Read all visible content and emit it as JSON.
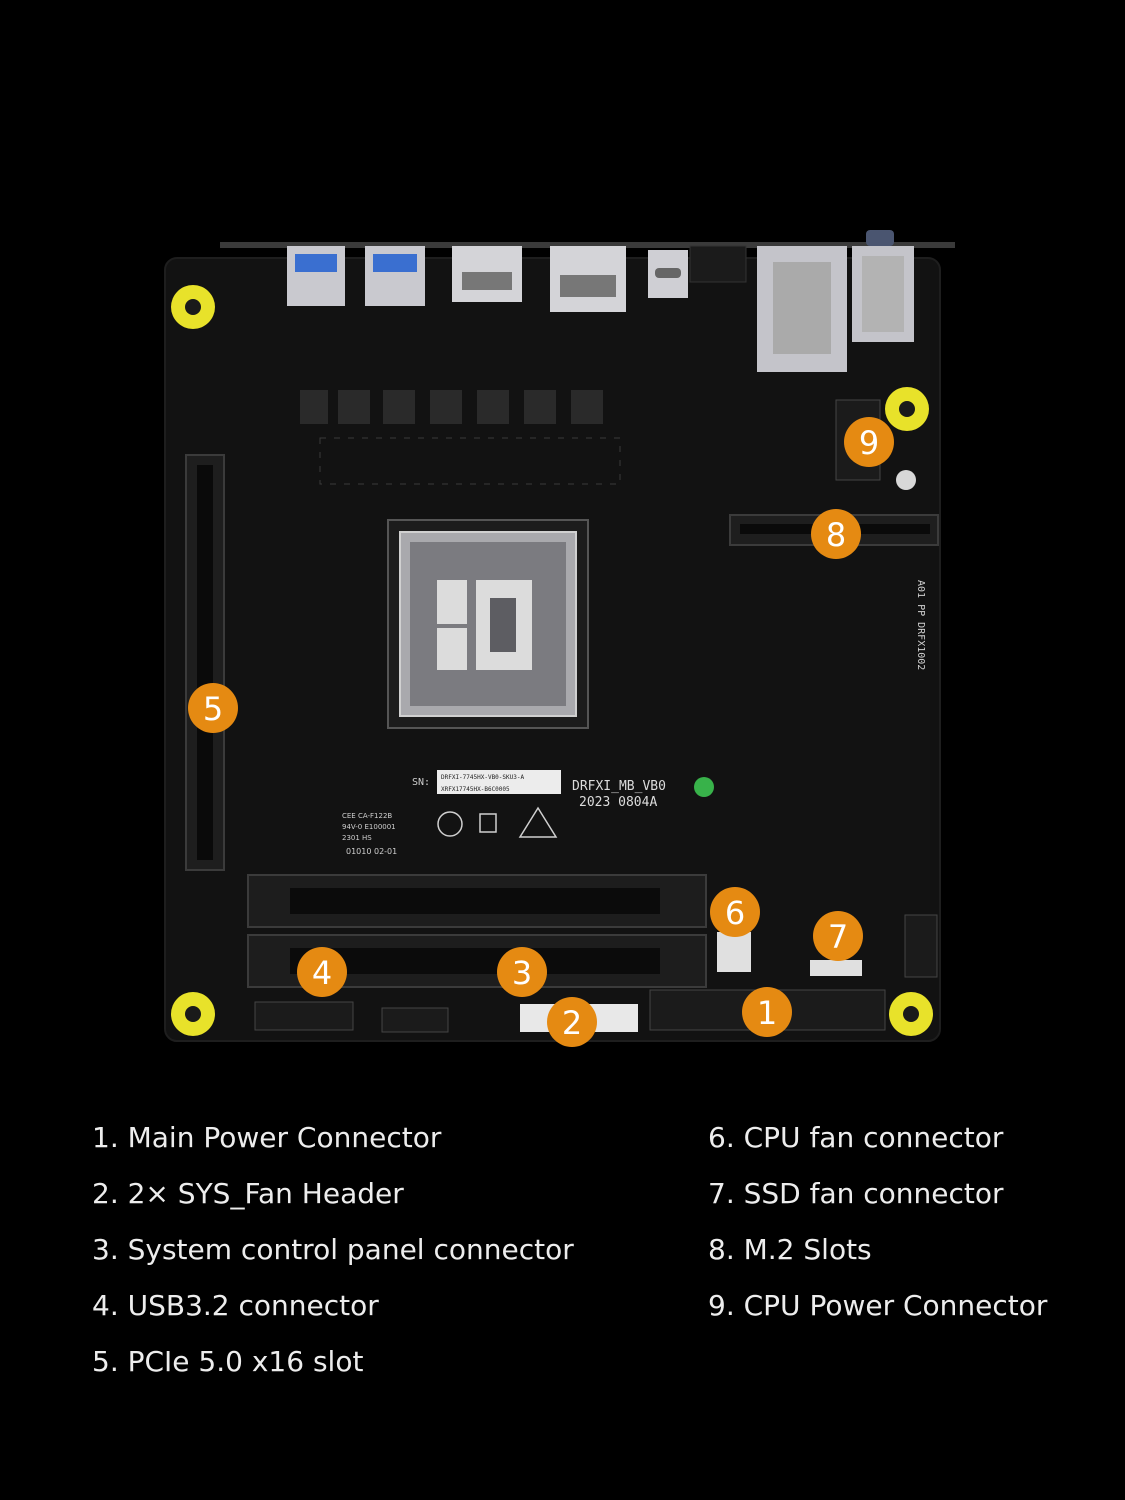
{
  "colors": {
    "marker": "#E58A12",
    "marker_text": "#FFFFFF",
    "background": "#000000",
    "board": "#111111",
    "mount": "#E8E22A"
  },
  "board": {
    "sn_label": "SN:",
    "sticker_line1": "DRFXI-7745HX-VB0-SKU3-A",
    "sticker_line2": "XRFX17745HX-B6C0005",
    "model": "DRFXI_MB_VB0",
    "date": "2023 0804A",
    "cert_line1": "CEE CA-F122B",
    "cert_line2": "94V-0 E100001",
    "cert_line3": "2301  HS",
    "cert_line4": "01010 02-01",
    "side_text": "A01 PP DRFX1002"
  },
  "markers": [
    {
      "number": "1",
      "icon": "main-power-connector"
    },
    {
      "number": "2",
      "icon": "sys-fan-header"
    },
    {
      "number": "3",
      "icon": "system-control-panel-connector"
    },
    {
      "number": "4",
      "icon": "usb32-connector"
    },
    {
      "number": "5",
      "icon": "pcie-slot"
    },
    {
      "number": "6",
      "icon": "cpu-fan-connector"
    },
    {
      "number": "7",
      "icon": "ssd-fan-connector"
    },
    {
      "number": "8",
      "icon": "m2-slot"
    },
    {
      "number": "9",
      "icon": "cpu-power-connector"
    }
  ],
  "legend": {
    "left": [
      "1. Main Power Connector",
      "2. 2× SYS_Fan Header",
      "3. System control panel connector",
      "4. USB3.2 connector",
      "5. PCIe 5.0 x16 slot"
    ],
    "right": [
      "6. CPU fan connector",
      "7. SSD fan connector",
      "8. M.2 Slots",
      "9. CPU Power Connector"
    ]
  }
}
